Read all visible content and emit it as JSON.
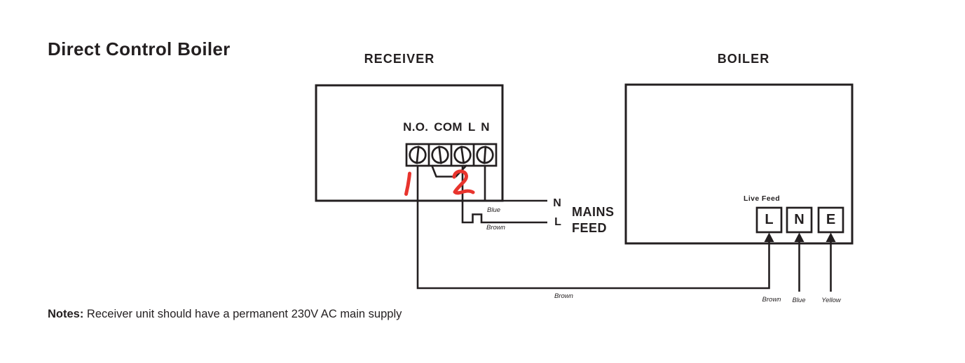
{
  "title": "Direct Control Boiler",
  "receiver": {
    "heading": "RECEIVER",
    "terminal_row_label": "N.O. COM L N",
    "annotations": {
      "mark1": "1",
      "mark2": "2"
    },
    "wire_labels": {
      "blue": "Blue",
      "brown": "Brown"
    }
  },
  "mains_feed": {
    "neutral_letter": "N",
    "live_letter": "L",
    "word1": "MAINS",
    "word2": "FEED"
  },
  "bottom_wire_label": "Brown",
  "boiler": {
    "heading": "BOILER",
    "live_feed_label": "Live Feed",
    "terminals": [
      {
        "label": "L",
        "wire": "Brown"
      },
      {
        "label": "N",
        "wire": "Blue"
      },
      {
        "label": "E",
        "wire": "Yellow"
      }
    ]
  },
  "notes": {
    "label": "Notes:",
    "text": " Receiver unit should have a permanent 230V AC main supply"
  },
  "colors": {
    "ink": "#231f20",
    "annotation_red": "#e8342d"
  }
}
